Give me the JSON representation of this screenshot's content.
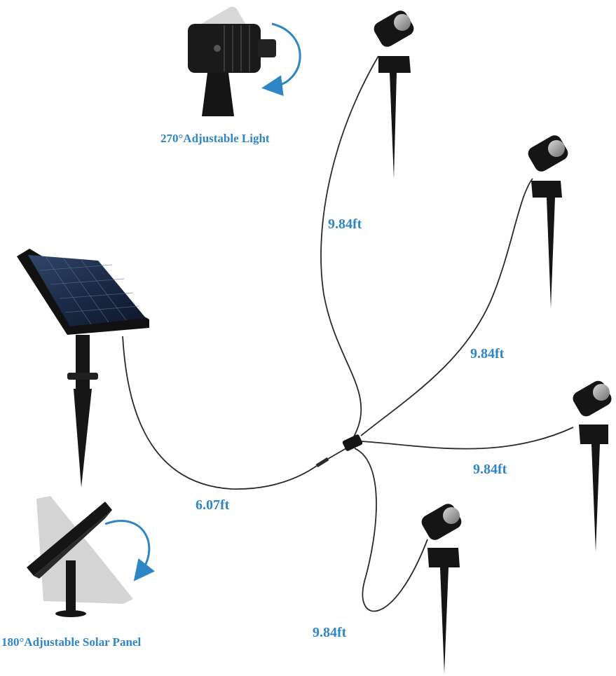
{
  "labels": {
    "light_adjust": "270°Adjustable Light",
    "panel_adjust": "180°Adjustable Solar Panel",
    "cable_top": "9.84ft",
    "cable_upper_right": "9.84ft",
    "cable_lower_right": "9.84ft",
    "cable_bottom": "9.84ft",
    "cable_panel": "6.07ft"
  },
  "colors": {
    "label": "#2f86c4",
    "product": "#151515",
    "panel_cells": "#1c2c4a",
    "cable": "#2a2a2a",
    "ghost": "#c9c9c9"
  }
}
